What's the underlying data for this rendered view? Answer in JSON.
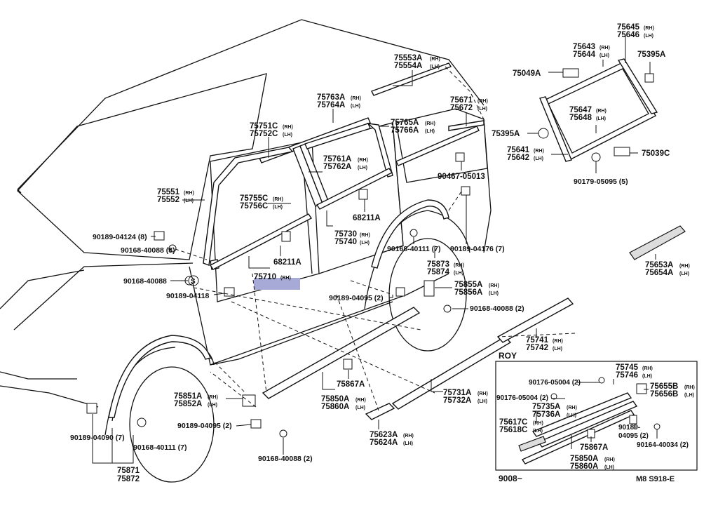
{
  "diagram": {
    "roy_label": "ROY",
    "footer_left": "9008~",
    "footer_right": "M8 S918-E",
    "circled_symbol": "S"
  },
  "labels": {
    "75553A": "75553A",
    "75554A": "75554A",
    "75763A": "75763A",
    "75764A": "75764A",
    "75751C": "75751C",
    "75752C": "75752C",
    "75671": "75671",
    "75672": "75672",
    "75765A": "75765A",
    "75766A": "75766A",
    "75761A": "75761A",
    "75762A": "75762A",
    "75551": "75551",
    "75552": "75552",
    "75755C": "75755C",
    "75756C": "75756C",
    "90467_05013": "90467-05013",
    "68211A_a": "68211A",
    "68211A_b": "68211A",
    "90189_04124": "90189-04124 (8)",
    "90168_40088_a": "90168-40088 (8)",
    "75730": "75730",
    "75740": "75740",
    "90168_40111_a": "90168-40111 (7)",
    "90189_04176": "90189-04176 (7)",
    "75873": "75873",
    "75874": "75874",
    "90168_40088_b": "90168-40088",
    "75710": "75710",
    "90189_04118": "90189-04118",
    "75855A": "75855A",
    "75856A": "75856A",
    "90189_04095_a": "90189-04095 (2)",
    "90168_40088_c": "90168-40088 (2)",
    "75741": "75741",
    "75742": "75742",
    "75867A_a": "75867A",
    "75850A_a": "75850A",
    "75860A_a": "75860A",
    "75851A": "75851A",
    "75852A": "75852A",
    "75731A": "75731A",
    "75732A": "75732A",
    "90189_04095_b": "90189-04095 (2)",
    "75623A": "75623A",
    "75624A": "75624A",
    "90168_40088_d": "90168-40088 (2)",
    "90189_04090": "90189-04090 (7)",
    "90168_40111_b": "90168-40111 (7)",
    "75871": "75871",
    "75872": "75872",
    "75645": "75645",
    "75646": "75646",
    "75643": "75643",
    "75644": "75644",
    "75395A_a": "75395A",
    "75049A": "75049A",
    "75647": "75647",
    "75648": "75648",
    "75395A_b": "75395A",
    "75641": "75641",
    "75642": "75642",
    "75039C": "75039C",
    "90179_05095": "90179-05095 (5)",
    "75653A": "75653A",
    "75654A": "75654A",
    "75745": "75745",
    "75746": "75746",
    "90176_05004_a": "90176-05004 (2)",
    "90176_05004_b": "90176-05004 (2)",
    "75655B": "75655B",
    "75656B": "75656B",
    "75735A": "75735A",
    "75736A": "75736A",
    "75617C": "75617C",
    "75618C": "75618C",
    "90189_04095_c1": "90189-",
    "90189_04095_c2": "04095 (2)",
    "90164_40034": "90164-40034 (2)",
    "75867A_b": "75867A",
    "75850A_b": "75850A",
    "75860A_b": "75860A"
  },
  "sides": {
    "rh": "(RH)",
    "lh": "(LH)"
  }
}
